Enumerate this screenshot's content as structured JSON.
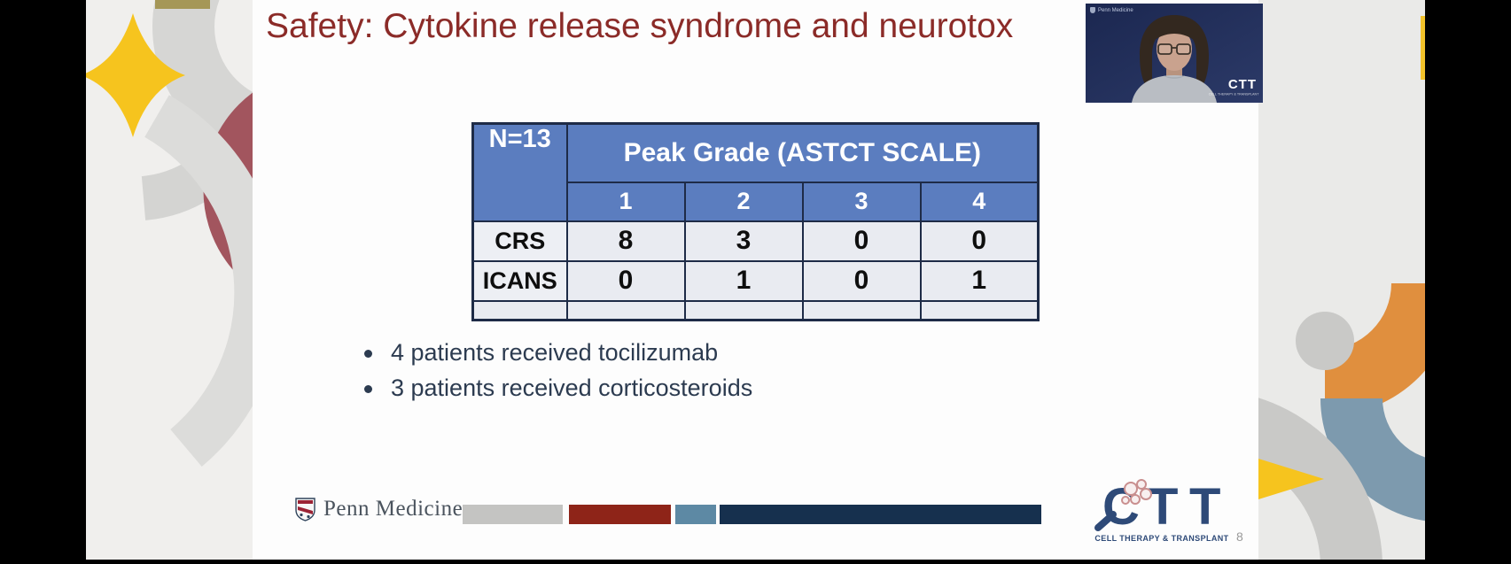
{
  "slide": {
    "title": "Safety: Cytokine release syndrome and neurotox",
    "table": {
      "n_label": "N=13",
      "scale_header": "Peak Grade (ASTCT SCALE)",
      "grade_columns": [
        "1",
        "2",
        "3",
        "4"
      ],
      "rows": [
        {
          "label": "CRS",
          "values": [
            "8",
            "3",
            "0",
            "0"
          ]
        },
        {
          "label": "ICANS",
          "values": [
            "0",
            "1",
            "0",
            "1"
          ]
        }
      ]
    },
    "bullets": [
      "4 patients received tocilizumab",
      "3 patients received corticosteroids"
    ],
    "footer": {
      "penn_text": "Penn Medicine",
      "ctt_text": "CTT",
      "ctt_subtext": "CELL THERAPY & TRANSPLANT",
      "page_number": "8"
    }
  },
  "webcam": {
    "top_watermark": "Penn Medicine",
    "ctt_watermark": "CTT",
    "ctt_watermark_sub": "CELL THERAPY & TRANSPLANT"
  },
  "colors": {
    "title_maroon": "#8b2b28",
    "table_header_blue": "#5b7dbf",
    "table_border_navy": "#1e2b47",
    "table_cell_bg": "#e9ebf1",
    "bullet_text": "#2c3b50",
    "bar_gray": "#c4c4c2",
    "bar_red": "#8e2418",
    "bar_steel": "#5d89a4",
    "bar_navy": "#16304e",
    "ctt_navy": "#2e4a78",
    "webcam_bg": "#1d2950",
    "deco_yellow": "#f6c41e",
    "deco_orange": "#e08f3e",
    "deco_maroon": "#a2555e",
    "deco_olive": "#a59757"
  }
}
